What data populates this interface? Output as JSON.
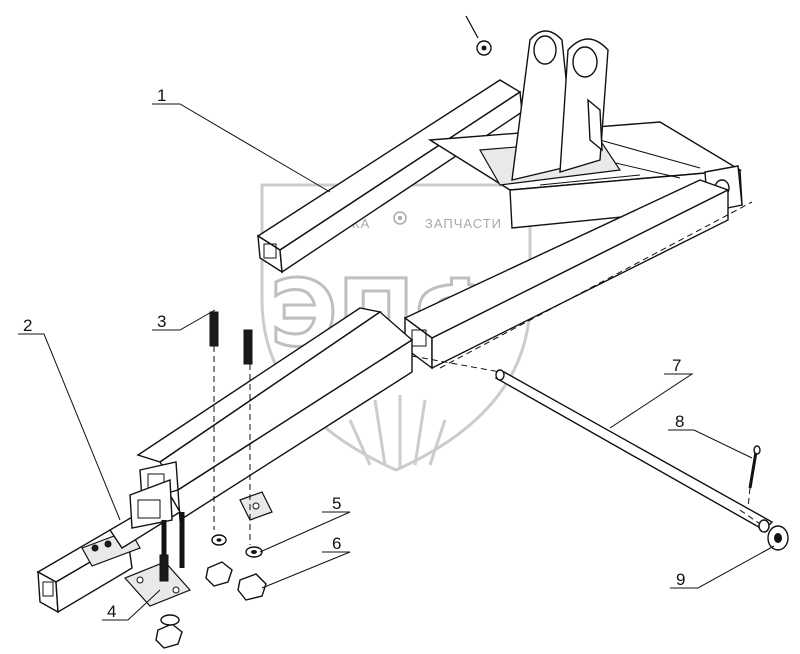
{
  "watermark": {
    "line_left": "ТЕХНИКА",
    "line_right": "ЗАПЧАСТИ",
    "monogram": "ЭПФ"
  },
  "callouts": [
    {
      "id": "part-1",
      "number": "1"
    },
    {
      "id": "part-2",
      "number": "2"
    },
    {
      "id": "part-3",
      "number": "3"
    },
    {
      "id": "part-4",
      "number": "4"
    },
    {
      "id": "part-5",
      "number": "5"
    },
    {
      "id": "part-6",
      "number": "6"
    },
    {
      "id": "part-7",
      "number": "7"
    },
    {
      "id": "part-8",
      "number": "8"
    },
    {
      "id": "part-9",
      "number": "9"
    }
  ]
}
